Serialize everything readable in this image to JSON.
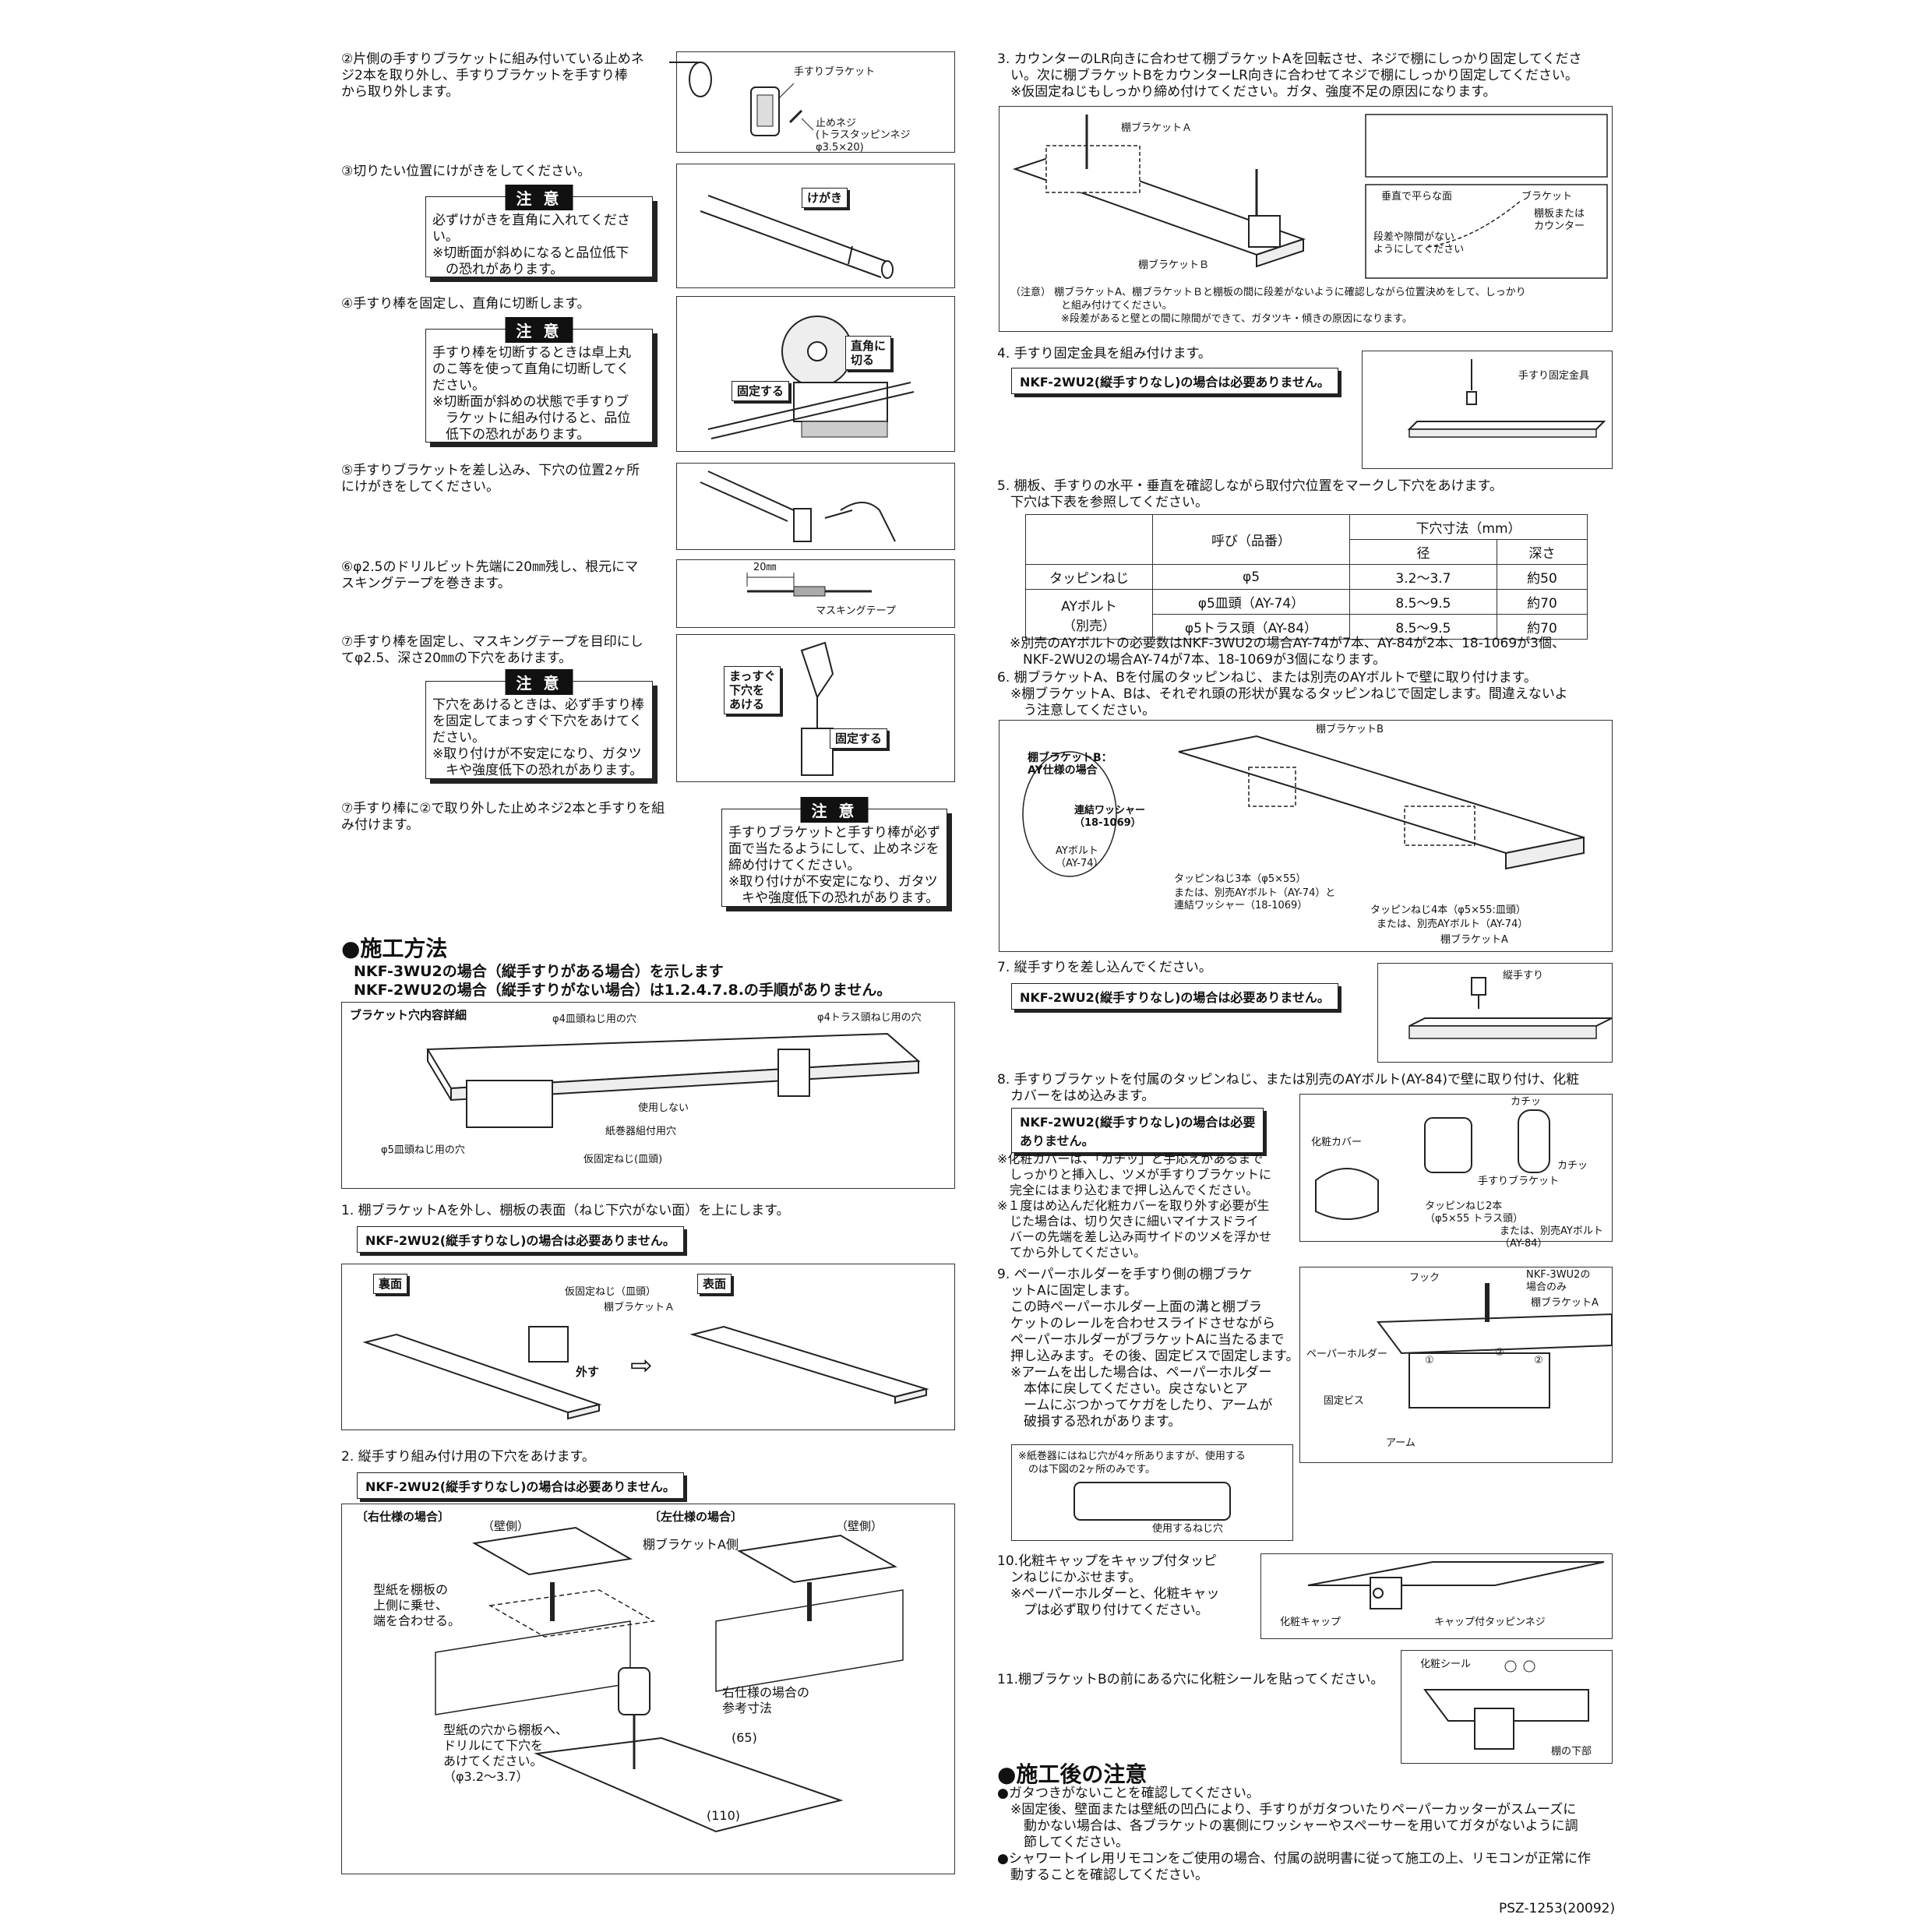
{
  "left": {
    "s2": "②片側の手すりブラケットに組み付いている止めネ\nジ2本を取り外し、手すりブラケットを手すり棒\nから取り外します。",
    "s2_fig": {
      "bracket": "手すりブラケット",
      "screw": "止めネジ",
      "screw_spec": "(トラスタッピンネジφ3.5×20)"
    },
    "s3": "③切りたい位置にけがきをしてください。",
    "caution_label": "注 意",
    "c3": "必ずけがきを直角に入れてくださ\nい。\n※切断面が斜めになると品位低下\n　の恐れがあります。",
    "s3_fig": {
      "mark": "けがき"
    },
    "s4": "④手すり棒を固定し、直角に切断します。",
    "c4": "手すり棒を切断するときは卓上丸\nのこ等を使って直角に切断してく\nださい。\n※切断面が斜めの状態で手すりブ\n　ラケットに組み付けると、品位\n　低下の恐れがあります。",
    "s4_fig": {
      "right_angle": "直角に\n切る",
      "fix": "固定する"
    },
    "s5": "⑤手すりブラケットを差し込み、下穴の位置2ヶ所\nにけがきをしてください。",
    "s6": "⑥φ2.5のドリルビット先端に20㎜残し、根元にマ\nスキングテープを巻きます。",
    "s6_fig": {
      "len": "20㎜",
      "tape": "マスキングテープ"
    },
    "s7": "⑦手すり棒を固定し、マスキングテープを目印にし\nてφ2.5、深さ20㎜の下穴をあけます。",
    "c7": "下穴をあけるときは、必ず手すり棒\nを固定してまっすぐ下穴をあけてく\nださい。\n※取り付けが不安定になり、ガタツ\n　キや強度低下の恐れがあります。",
    "s7_fig": {
      "straight": "まっすぐ\n下穴を\nあける",
      "fix": "固定する"
    },
    "s8": "⑦手すり棒に②で取り外した止めネジ2本と手すりを組\nみ付けます。",
    "c8": "手すりブラケットと手すり棒が必ず\n面で当たるようにして、止めネジを\n締め付けてください。\n※取り付けが不安定になり、ガタツ\n　キや強度低下の恐れがあります。",
    "method_heading": "●施工方法",
    "method_l1": "NKF-3WU2の場合（縦手すりがある場合）を示します",
    "method_l2": "NKF-2WU2の場合（縦手すりがない場合）は1.2.4.7.8.の手順がありません。",
    "detail": {
      "title": "ブラケット穴内容詳細",
      "a": "φ4皿頭ねじ用の穴",
      "b": "φ4トラス頭ねじ用の穴",
      "c": "使用しない",
      "d": "紙巻器組付用穴",
      "e": "φ5皿頭ねじ用の穴",
      "f": "仮固定ねじ(皿頭)"
    },
    "step1": "1. 棚ブラケットAを外し、棚板の表面（ねじ下穴がない面）を上にします。",
    "note_nkf2": "NKF-2WU2(縦手すりなし)の場合は必要ありません。",
    "step1_fig": {
      "back": "裏面",
      "front": "表面",
      "temp": "仮固定ねじ（皿頭）",
      "bracketA": "棚ブラケットＡ",
      "remove": "外す",
      "arrow": "⇨"
    },
    "step2": "2. 縦手すり組み付け用の下穴をあけます。",
    "step2_fig": {
      "right": "〔右仕様の場合〕",
      "left": "〔左仕様の場合〕",
      "wall1": "（壁側）",
      "wall2": "（壁側）",
      "sideA": "棚ブラケットA側",
      "template": "型紙を棚板の\n上側に乗せ、\n端を合わせる。",
      "drill": "型紙の穴から棚板へ、\nドリルにて下穴を\nあけてください。\n（φ3.2～3.7）",
      "ref": "右仕様の場合の\n参考寸法",
      "d65": "(65)",
      "d110": "(110)"
    }
  },
  "right": {
    "s3": "3. カウンターのLR向きに合わせて棚ブラケットAを回転させ、ネジで棚にしっかり固定してくださ\n　い。次に棚ブラケットBをカウンターLR向きに合わせてネジで棚にしっかり固定してください。\n　※仮固定ねじもしっかり締め付けてください。ガタ、強度不足の原因になります。",
    "s3_fig": {
      "bracketA": "棚ブラケットＡ",
      "bracketB": "棚ブラケットＢ",
      "flat": "垂直で平らな面",
      "bracket": "ブラケット",
      "shelf": "棚板または\nカウンター",
      "no_gap": "段差や隙間がない\nようにしてください",
      "note": "（注意） 棚ブラケットA、棚ブラケットＢと棚板の間に段差がないように確認しながら位置決めをして、しっかり\n　　　　　と組み付けてください。\n　　　　　※段差があると壁との間に隙間ができて、ガタツキ・傾きの原因になります。"
    },
    "s4": "4. 手すり固定金具を組み付けます。",
    "note_nkf2": "NKF-2WU2(縦手すりなし)の場合は必要ありません。",
    "s4_fig": {
      "fixture": "手すり固定金具"
    },
    "s5": "5. 棚板、手すりの水平・垂直を確認しながら取付穴位置をマークし下穴をあけます。\n　下穴は下表を参照してください。",
    "table": {
      "h_name": "呼び（品番）",
      "h_hole": "下穴寸法（mm）",
      "h_dia": "径",
      "h_depth": "深さ",
      "r1": [
        "タッピンねじ",
        "φ5",
        "3.2～3.7",
        "約50"
      ],
      "ay": "AYボルト\n（別売）",
      "r2": [
        "φ5皿頭（AY-74）",
        "8.5～9.5",
        "約70"
      ],
      "r3": [
        "φ5トラス頭（AY-84）",
        "8.5～9.5",
        "約70"
      ]
    },
    "s5_note": "※別売のAYボルトの必要数はNKF-3WU2の場合AY-74が7本、AY-84が2本、18-1069が3個、\n　NKF-2WU2の場合AY-74が7本、18-1069が3個になります。",
    "s6": "6. 棚ブラケットA、Bを付属のタッピンねじ、または別売のAYボルトで壁に取り付けます。\n　※棚ブラケットA、Bは、それぞれ頭の形状が異なるタッピンねじで固定します。間違えないよ\n　　う注意してください。",
    "s6_fig": {
      "bracketB": "棚ブラケットB",
      "ay_case": "棚ブラケットB：\nAY仕様の場合",
      "washer": "連結ワッシャー\n（18-1069）",
      "aybolt": "AYボルト\n（AY-74）",
      "tap3": "タッピンねじ3本（φ5×55）",
      "tap3b": "または、別売AYボルト（AY-74）と\n連結ワッシャー（18-1069）",
      "tap4": "タッピンねじ4本（φ5×55:皿頭）",
      "tap4b": "または、別売AYボルト（AY-74）",
      "bracketA": "棚ブラケットA"
    },
    "s7": "7. 縦手すりを差し込んでください。",
    "s7_fig": {
      "vert": "縦手すり"
    },
    "s8": "8. 手すりブラケットを付属のタッピンねじ、または別売のAYボルト(AY-84)で壁に取り付け、化粧\n　カバーをはめ込みます。",
    "note_nkf2_b": "NKF-2WU2(縦手すりなし)の場合は必要\nありません。",
    "s8_notes": "※化粧カバーは、「カチッ」と手応えがあるまで\n　しっかりと挿入し、ツメが手すりブラケットに\n　完全にはまり込むまで押し込んでください。\n※１度はめ込んだ化粧カバーを取り外す必要が生\n　じた場合は、切り欠きに細いマイナスドライ\n　バーの先端を差し込み両サイドのツメを浮かせ\n　てから外してください。",
    "s8_fig": {
      "cover": "化粧カバー",
      "click1": "カチッ",
      "click2": "カチッ",
      "handbracket": "手すりブラケット",
      "tap2": "タッピンねじ2本\n（φ5×55 トラス頭）",
      "or84": "または、別売AYボルト（AY-84）"
    },
    "s9": "9. ペーパーホルダーを手すり側の棚ブラケ\n　ットAに固定します。\n　この時ペーパーホルダー上面の溝と棚ブラ\n　ケットのレールを合わせスライドさせながら\n　ペーパーホルダーがブラケットAに当たるまで\n　押し込みます。その後、固定ビスで固定します。\n　※アームを出した場合は、ペーパーホルダー\n　　本体に戻してください。戻さないとア\n　　ームにぶつかってケガをしたり、アームが\n　　破損する恐れがあります。",
    "s9_note": "※紙巻器にはねじ穴が4ヶ所ありますが、使用する\n　のは下図の2ヶ所のみです。",
    "s9_fig": {
      "hook": "フック",
      "nkf3": "NKF-3WU2の\n場合のみ",
      "bracketA": "棚ブラケットA",
      "holder": "ペーパーホルダー",
      "screw": "固定ビス",
      "arm": "アーム",
      "used": "使用するねじ穴",
      "c1": "①",
      "c2": "②",
      "c3": "②"
    },
    "s10": "10.化粧キャップをキャップ付タッピ\n　ンねじにかぶせます。\n　※ペーパーホルダーと、化粧キャッ\n　　プは必ず取り付けてください。",
    "s10_fig": {
      "cap": "化粧キャップ",
      "capscrew": "キャップ付タッピンネジ"
    },
    "s11": "11.棚ブラケットBの前にある穴に化粧シールを貼ってください。",
    "s11_fig": {
      "seal": "化粧シール",
      "under": "棚の下部"
    },
    "after_heading": "●施工後の注意",
    "after": "●ガタつきがないことを確認してください。\n　※固定後、壁面または壁紙の凹凸により、手すりがガタついたりペーパーカッターがスムーズに\n　　動かない場合は、各ブラケットの裏側にワッシャーやスペーサーを用いてガタがないように調\n　　節してください。\n●シャワートイレ用リモコンをご使用の場合、付属の説明書に従って施工の上、リモコンが正常に作\n　動することを確認してください。",
    "code": "PSZ-1253(20092)"
  }
}
